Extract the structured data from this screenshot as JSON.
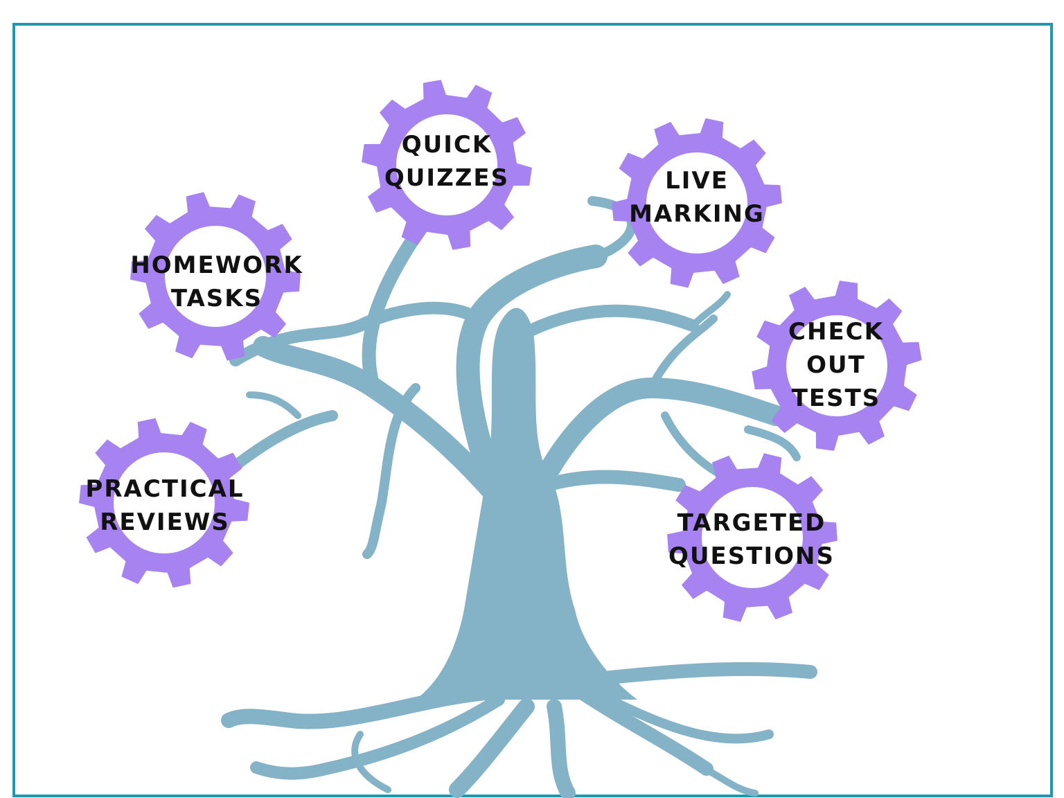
{
  "colors": {
    "frame": "#1e98b1",
    "tree": "#84b2c7",
    "gear": "#a783f2",
    "gear_center": "#ffffff",
    "text": "#111111"
  },
  "gears": [
    {
      "id": "quick-quizzes",
      "lines": [
        "QUICK",
        "QUIZZES"
      ]
    },
    {
      "id": "live-marking",
      "lines": [
        "LIVE",
        "MARKING"
      ]
    },
    {
      "id": "homework-tasks",
      "lines": [
        "HOMEWORK",
        "TASKS"
      ]
    },
    {
      "id": "check-out-tests",
      "lines": [
        "CHECK",
        "OUT",
        "TESTS"
      ]
    },
    {
      "id": "practical-reviews",
      "lines": [
        "PRACTICAL",
        "REVIEWS"
      ]
    },
    {
      "id": "targeted-questions",
      "lines": [
        "TARGETED",
        "QUESTIONS"
      ]
    }
  ]
}
